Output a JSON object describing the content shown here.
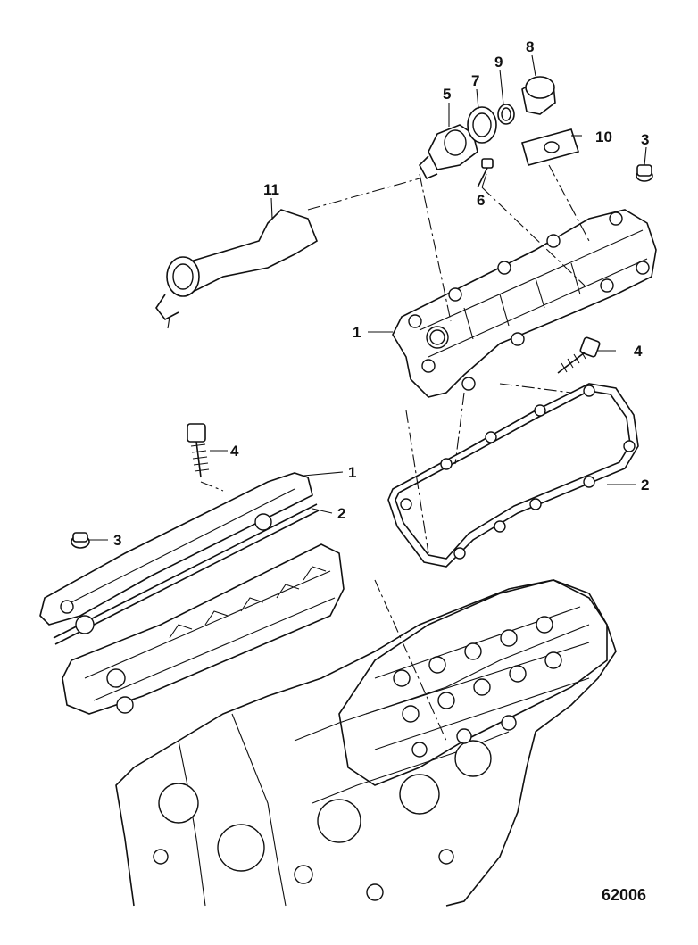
{
  "callouts": {
    "c1_upper": "1",
    "c1_lower": "1",
    "c2_right": "2",
    "c2_left": "2",
    "c3_upper": "3",
    "c3_lower": "3",
    "c4_right": "4",
    "c4_left": "4",
    "c5": "5",
    "c6": "6",
    "c7": "7",
    "c8": "8",
    "c9": "9",
    "c10": "10",
    "c11": "11"
  },
  "figure_number": "62006",
  "colors": {
    "ink": "#111111",
    "paper": "#ffffff"
  }
}
